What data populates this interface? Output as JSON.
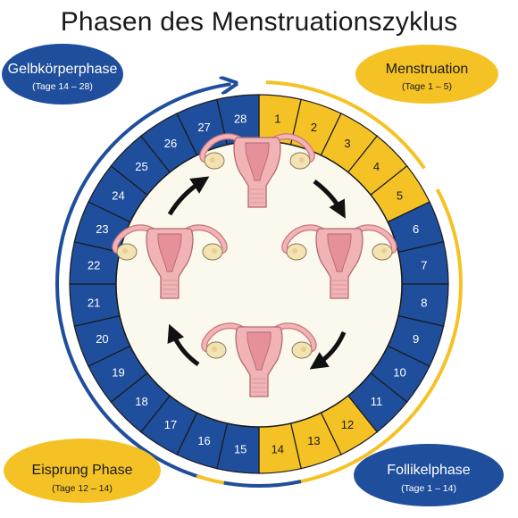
{
  "title": "Phasen des Menstruationszyklus",
  "days": [
    "1",
    "2",
    "3",
    "4",
    "5",
    "6",
    "7",
    "8",
    "9",
    "10",
    "11",
    "12",
    "13",
    "14",
    "15",
    "16",
    "17",
    "18",
    "19",
    "20",
    "21",
    "22",
    "23",
    "24",
    "25",
    "26",
    "27",
    "28"
  ],
  "yellow_days": [
    1,
    2,
    3,
    4,
    5,
    12,
    13,
    14
  ],
  "phases": {
    "gelbkoerper": {
      "name": "Gelbkörperphase",
      "range": "(Tage 14 – 28)"
    },
    "menstruation": {
      "name": "Menstruation",
      "range": "(Tage 1 – 5)"
    },
    "eisprung": {
      "name": "Eisprung Phase",
      "range": "(Tage 12 – 14)"
    },
    "follikel": {
      "name": "Follikelphase",
      "range": "(Tage 1 – 14)"
    }
  },
  "colors": {
    "blue": "#1f4e9c",
    "yellow": "#f5c226",
    "cream": "#fbf8ee",
    "uterus_pink": "#f2b3b6",
    "ovary": "#f3e2b3"
  }
}
